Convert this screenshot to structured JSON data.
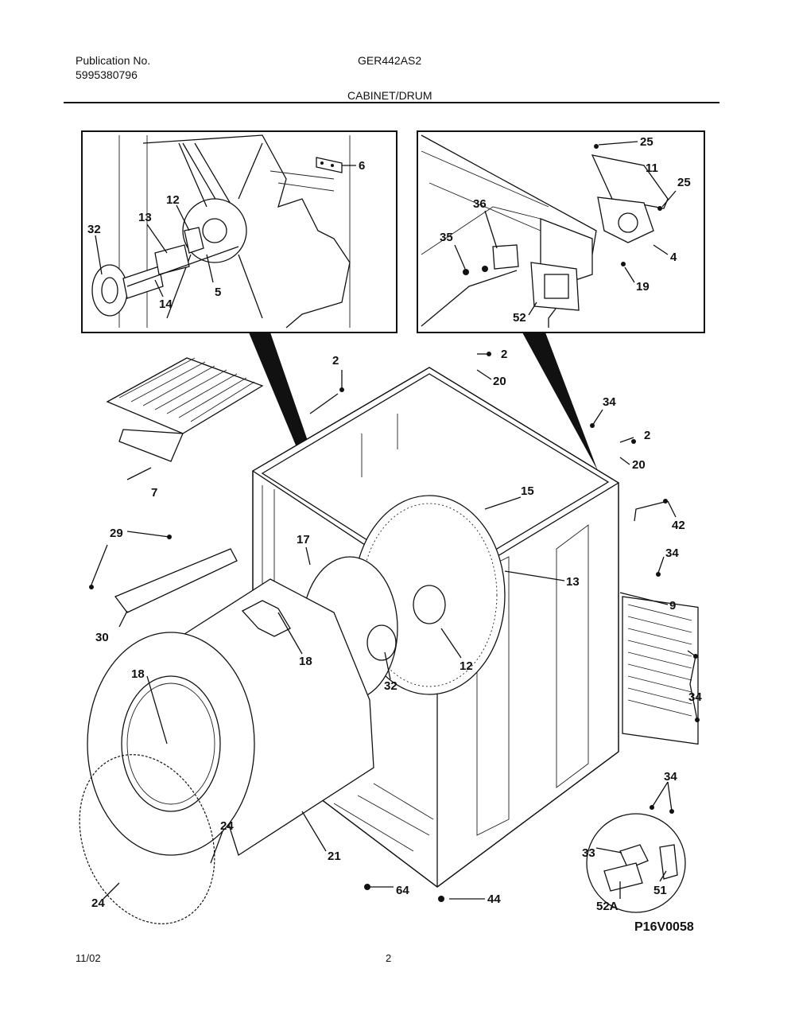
{
  "header": {
    "publication_label": "Publication No.",
    "publication_number": "5995380796",
    "model": "GER442AS2",
    "section_title": "CABINET/DRUM"
  },
  "footer": {
    "date": "11/02",
    "page": "2",
    "drawing_code": "P16V0058"
  },
  "callouts": {
    "c6": "6",
    "c12a": "12",
    "c13a": "13",
    "c32a": "32",
    "c14": "14",
    "c5": "5",
    "c25a": "25",
    "c11": "11",
    "c25b": "25",
    "c36": "36",
    "c35": "35",
    "c4": "4",
    "c19": "19",
    "c52": "52",
    "c2a": "2",
    "c2b": "2",
    "c20a": "20",
    "c34a": "34",
    "c2c": "2",
    "c20b": "20",
    "c7": "7",
    "c15": "15",
    "c42": "42",
    "c29": "29",
    "c17": "17",
    "c34b": "34",
    "c13b": "13",
    "c9": "9",
    "c30": "30",
    "c18a": "18",
    "c12b": "12",
    "c32b": "32",
    "c18b": "18",
    "c34c": "34",
    "c34d": "34",
    "c33": "33",
    "c51": "51",
    "c52a": "52A",
    "c24a": "24",
    "c21": "21",
    "c24b": "24",
    "c64": "64",
    "c44": "44"
  }
}
